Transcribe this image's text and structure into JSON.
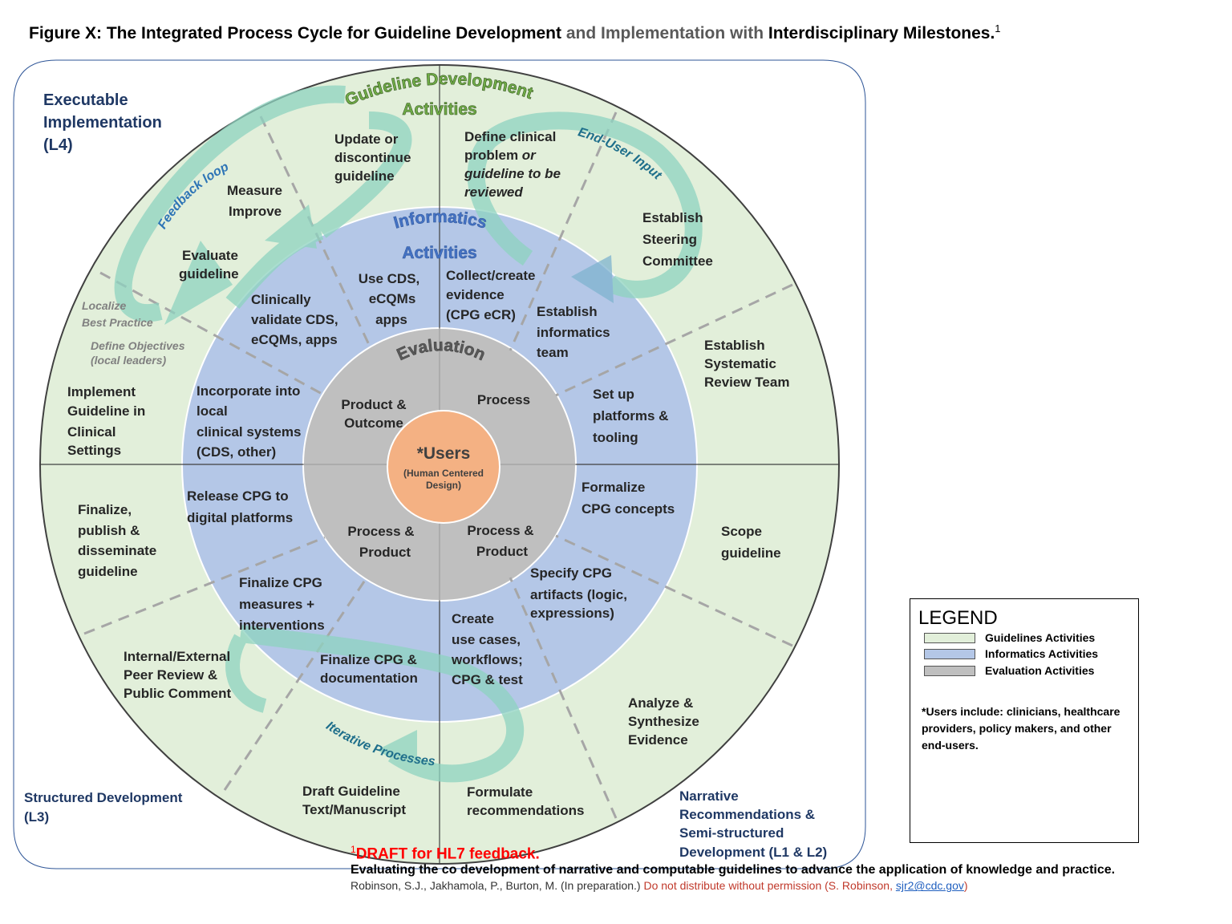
{
  "title": {
    "part1": "Figure X: The Integrated Process Cycle for Guideline Development",
    "part2": "and Implementation with",
    "part3": "Interdisciplinary Milestones.",
    "sup": "1"
  },
  "colors": {
    "guidelines": "#e2efda",
    "informatics": "#b4c7e7",
    "evaluation": "#bfbfbf",
    "users": "#f4b183",
    "arrow": "#8ed3c0",
    "navy": "#1f3864",
    "green_title": "#538135",
    "teal_text": "#1f6f8b"
  },
  "quadrant_labels": {
    "executable": [
      "Executable",
      "Implementation",
      "(L4)"
    ],
    "structured": [
      "Structured Development",
      "(L3)"
    ],
    "narrative": [
      "Narrative",
      "Recommendations &",
      "Semi-structured",
      "Development (L1 & L2)"
    ]
  },
  "ring_titles": {
    "guideline": [
      "Guideline Development",
      "Activities"
    ],
    "informatics": [
      "Informatics",
      "Activities"
    ],
    "evaluation": "Evaluation"
  },
  "center": {
    "main": "*Users",
    "sub": [
      "(Human Centered",
      "Design)"
    ]
  },
  "evaluation_quadrants": {
    "top_left": [
      "Product &",
      "Outcome"
    ],
    "top_right": "Process",
    "bottom_left": [
      "Process &",
      "Product"
    ],
    "bottom_right": [
      "Process &",
      "Product"
    ]
  },
  "guideline_activities": {
    "update": [
      "Update or",
      "discontinue",
      "guideline"
    ],
    "measure": [
      "Measure",
      "Improve"
    ],
    "evaluate": [
      "Evaluate",
      "guideline"
    ],
    "localize": [
      "Localize",
      "Best Practice"
    ],
    "define_objectives": [
      "Define Objectives",
      "(local leaders)"
    ],
    "implement": [
      "Implement",
      "Guideline in",
      "Clinical",
      "Settings"
    ],
    "define_problem": [
      "Define clinical",
      "problem",
      "or",
      "guideline to be",
      "reviewed"
    ],
    "steering": [
      "Establish",
      "Steering",
      "Committee"
    ],
    "systematic": [
      "Establish",
      "Systematic",
      "Review Team"
    ],
    "scope": [
      "Scope",
      "guideline"
    ],
    "analyze": [
      "Analyze &",
      "Synthesize",
      "Evidence"
    ],
    "formulate": [
      "Formulate",
      "recommendations"
    ],
    "draft": [
      "Draft Guideline",
      "Text/Manuscript"
    ],
    "peer_review": [
      "Internal/External",
      "Peer Review &",
      "Public Comment"
    ],
    "finalize": [
      "Finalize,",
      "publish &",
      "disseminate",
      "guideline"
    ]
  },
  "informatics_activities": {
    "use_cds": [
      "Use CDS,",
      "eCQMs",
      "apps"
    ],
    "validate": [
      "Clinically",
      "validate CDS,",
      "eCQMs, apps"
    ],
    "incorporate": [
      "Incorporate into",
      "local",
      "clinical systems",
      "(CDS, other)"
    ],
    "collect": [
      "Collect/create",
      "evidence",
      "(CPG eCR)"
    ],
    "informatics_team": [
      "Establish",
      "informatics",
      "team"
    ],
    "platforms": [
      "Set up",
      "platforms &",
      "tooling"
    ],
    "formalize": [
      "Formalize",
      "CPG concepts"
    ],
    "specify": [
      "Specify CPG",
      "artifacts (logic,",
      "expressions)"
    ],
    "create": [
      "Create",
      "use cases,",
      "workflows;",
      "CPG & test"
    ],
    "finalize_doc": [
      "Finalize CPG &",
      "documentation"
    ],
    "finalize_measures": [
      "Finalize CPG",
      "measures +",
      "interventions"
    ],
    "release": [
      "Release CPG to",
      "digital platforms"
    ]
  },
  "arrow_labels": {
    "feedback": "Feedback loop",
    "end_user": "End-User Input",
    "iterative": "Iterative Processes"
  },
  "legend": {
    "title": "LEGEND",
    "items": [
      {
        "label": "Guidelines Activities",
        "color": "#e2efda"
      },
      {
        "label": "Informatics Activities",
        "color": "#b4c7e7"
      },
      {
        "label": "Evaluation Activities",
        "color": "#bfbfbf"
      }
    ],
    "note": "*Users include: clinicians, healthcare providers, policy makers, and other end-users."
  },
  "footer": {
    "sup": "1",
    "draft": "DRAFT for HL7 feedback.",
    "subtitle": "Evaluating the co development of narrative and computable guidelines to advance the application of knowledge and practice.",
    "citation": "Robinson, S.J., Jakhamola, P., Burton, M. (In preparation.)",
    "permission": "Do not distribute without permission (S. Robinson,",
    "email": "sjr2@cdc.gov",
    "close": ")"
  }
}
